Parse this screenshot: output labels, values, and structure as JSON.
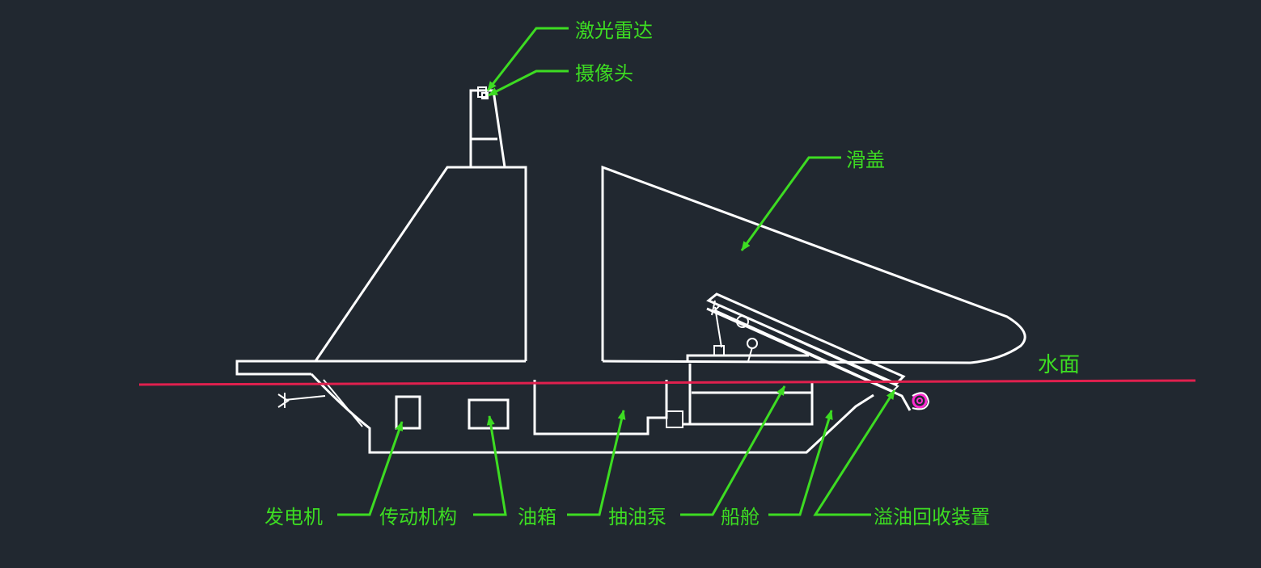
{
  "colors": {
    "background": "#212830",
    "structure": "#ffffff",
    "label": "#3ddc22",
    "water_line": "#e0204e",
    "roller": "#ff2bd0"
  },
  "labels": {
    "lidar": "激光雷达",
    "camera": "摄像头",
    "sliding_cover": "滑盖",
    "water_surface": "水面",
    "generator": "发电机",
    "transmission": "传动机构",
    "oil_tank": "油箱",
    "oil_pump": "抽油泵",
    "cabin": "船舱",
    "oil_recovery": "溢油回收装置"
  }
}
